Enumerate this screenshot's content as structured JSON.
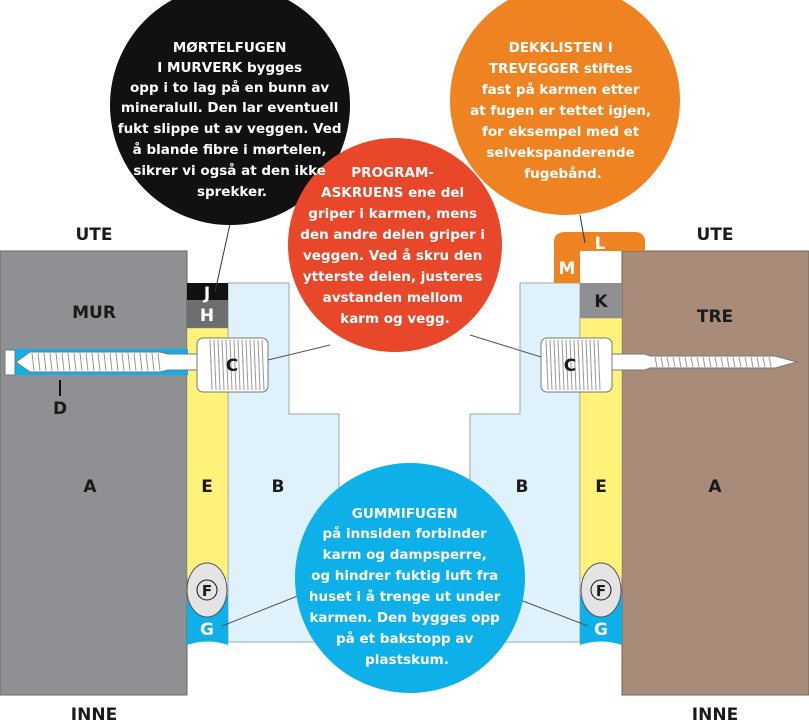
{
  "labels": {
    "ute_left": "UTE",
    "ute_right": "UTE",
    "inne_left": "INNE",
    "inne_right": "INNE",
    "mur": "MUR",
    "tre": "TRE",
    "a": "A",
    "b": "B",
    "c": "C",
    "d": "D",
    "e": "E",
    "f": "F",
    "g": "G",
    "h": "H",
    "j": "J",
    "k": "K",
    "l": "L",
    "m": "M"
  },
  "callouts": {
    "mortelfugen": [
      "MØRTELFUGEN",
      "I MURVERK bygges",
      "opp i to lag på en bunn av",
      "mineralull. Den lar eventuell",
      "fukt slippe ut av veggen. Ved",
      "å blande fibre i mørtelen,",
      "sikrer vi også at den ikke",
      "sprekker."
    ],
    "dekklisten": [
      "DEKKLISTEN I",
      "TREVEGGER stiftes",
      "fast på karmen etter",
      "at fugen er tettet igjen,",
      "for eksempel med et",
      "selvekspanderende",
      "fugebånd."
    ],
    "programskruen": [
      "PROGRAM-",
      "ASKRUENS ene del",
      "griper i karmen, mens",
      "den andre delen griper i",
      "veggen. Ved å skru den",
      "ytterste delen, justeres",
      "avstanden mellom",
      "karm og vegg."
    ],
    "gummifugen": [
      "GUMMIFUGEN",
      "på innsiden forbinder",
      "karm og dampsperre,",
      "og hindrer fuktig luft fra",
      "huset i å trenge ut under",
      "karmen. Den bygges opp",
      "på et bakstopp av",
      "plastskum."
    ]
  },
  "colors": {
    "masonry": "#8e9093",
    "wood": "#a98b79",
    "frame": "#dff2fb",
    "insulation": "#fff27a",
    "black_bubble": "#111111",
    "orange_bubble": "#ef8321",
    "red_bubble": "#e9472a",
    "blue_bubble": "#0db0e8"
  }
}
